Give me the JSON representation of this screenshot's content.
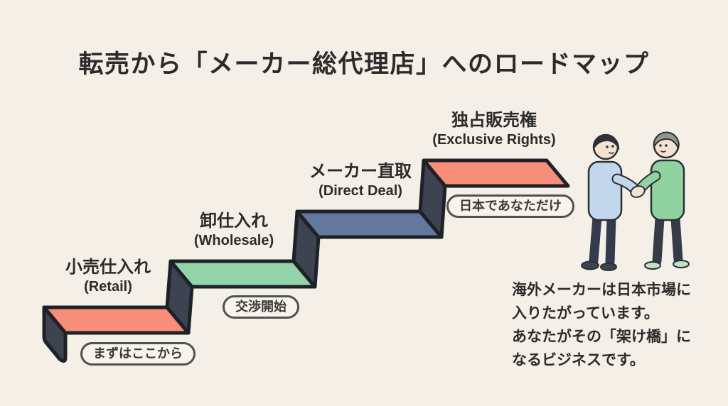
{
  "title": "転売から「メーカー総代理店」へのロードマップ",
  "palette": {
    "background": "#F4F0E7",
    "outline": "#1E2128",
    "dark_side": "#3E4351",
    "text_dark": "#2B2B2B",
    "pill_border": "#515151",
    "pill_bg": "#F7F4EC",
    "pill_text": "#3A3A3A"
  },
  "steps": [
    {
      "label_jp": "小売仕入れ",
      "label_en": "(Retail)",
      "badge": "まずはここから",
      "color": "#F68E78"
    },
    {
      "label_jp": "卸仕入れ",
      "label_en": "(Wholesale)",
      "badge": "交渉開始",
      "color": "#93D5A9"
    },
    {
      "label_jp": "メーカー直取",
      "label_en": "(Direct Deal)",
      "badge": "",
      "color": "#64779E"
    },
    {
      "label_jp": "独占販売権",
      "label_en": "(Exclusive Rights)",
      "badge": "日本であなただけ",
      "color": "#F68E78"
    }
  ],
  "note": {
    "lines": [
      "海外メーカーは日本市場に",
      "入りたがっています。",
      "あなたがその「架け橋」に",
      "なるビジネスです。"
    ]
  },
  "illustration": {
    "name": "two-people-handshake",
    "skin": "#F5E2D0",
    "left": {
      "hair": "#2F323A",
      "shirt": "#C2D6EC",
      "pants": "#333C4E",
      "shoes": "#3C4250"
    },
    "right": {
      "hair": "#8E998B",
      "shirt": "#8FD3A0",
      "pants": "#353B47",
      "shoes": "#BFE2C2"
    }
  }
}
